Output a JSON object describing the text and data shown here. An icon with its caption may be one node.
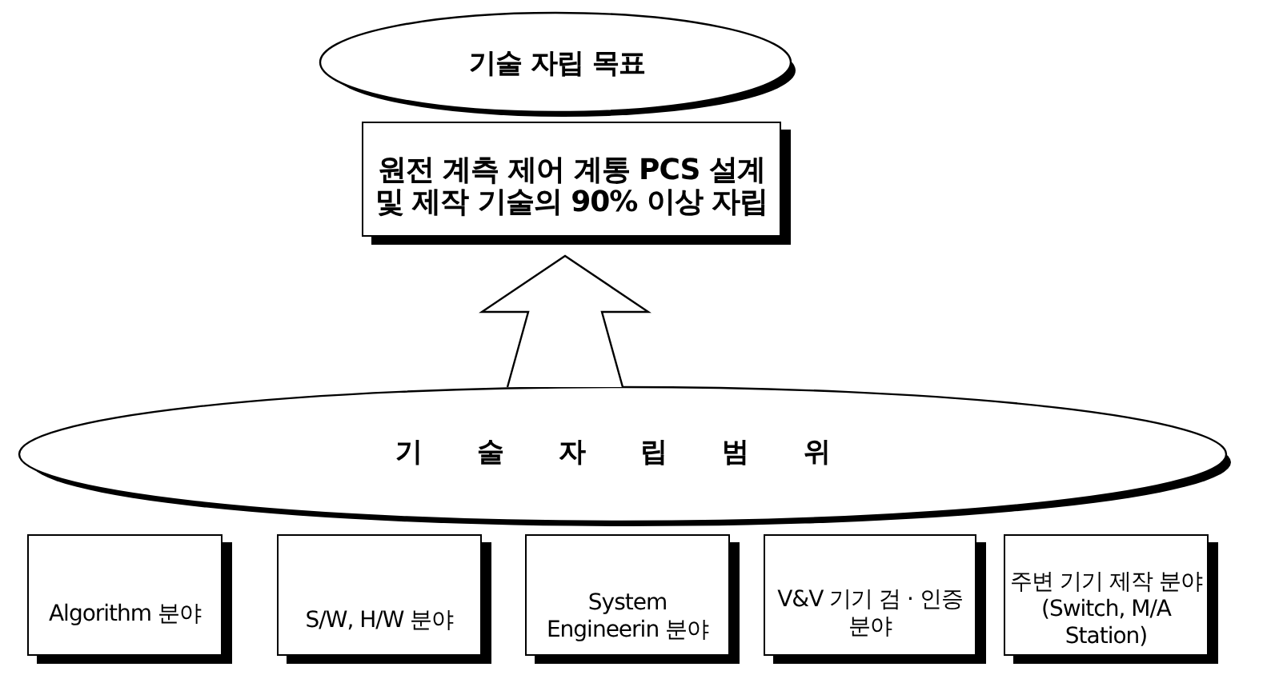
{
  "diagram": {
    "nodes": [
      {
        "text": [
          "기술 자립 목표"
        ]
      },
      {
        "text": [
          "원전 계측 제어 계통 PCS 설계 및 제작 기술의 90% 이상 자립"
        ]
      },
      {
        "text": [
          "기 술 자 립 범 위"
        ]
      },
      {
        "text": [
          "Algorithm 분야"
        ]
      },
      {
        "text": [
          "S/W, H/W 분야"
        ]
      },
      {
        "text": [
          "System Engineerin 분야"
        ]
      },
      {
        "text": [
          "V&V 기기 검 · 인증 분야"
        ]
      },
      {
        "text": [
          "주변 기기 제작 분야 (Switch, M/A Station)"
        ]
      }
    ],
    "edges": [
      {
        "from": 2,
        "to": 1,
        "arrow": "to"
      }
    ]
  }
}
